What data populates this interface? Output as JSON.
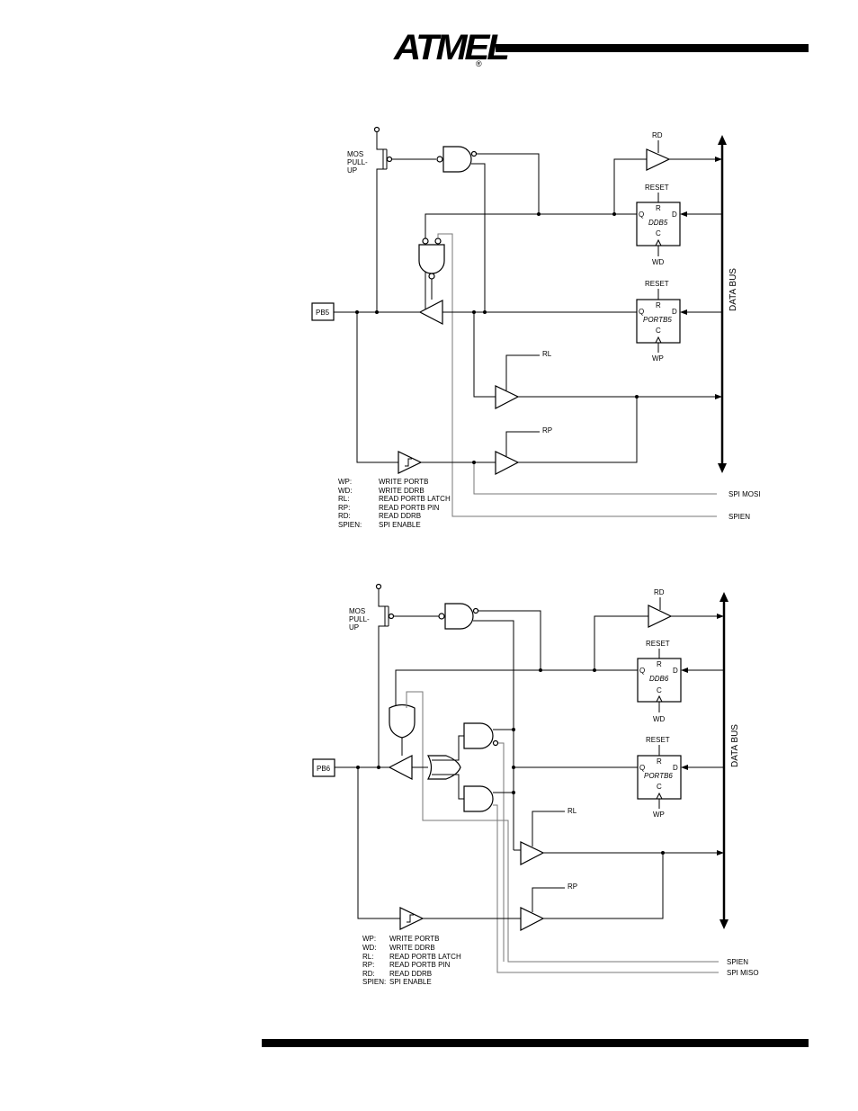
{
  "header": {
    "brand": "ATMEL",
    "registered": "®"
  },
  "fig1": {
    "pin": "PB5",
    "pullup": [
      "MOS",
      "PULL-",
      "UP"
    ],
    "ddr": {
      "name": "DDB5",
      "reset": "RESET",
      "r": "R",
      "q": "Q",
      "d": "D",
      "c": "C",
      "clk": "WD",
      "read": "RD"
    },
    "port": {
      "name": "PORTB5",
      "reset": "RESET",
      "r": "R",
      "q": "Q",
      "d": "D",
      "c": "C",
      "clk": "WP"
    },
    "rl": "RL",
    "rp": "RP",
    "bus": "DATA BUS",
    "sig1": "SPI MOSI",
    "sig2": "SPIEN",
    "legend": [
      {
        "k": "WP:",
        "v": "WRITE PORTB"
      },
      {
        "k": "WD:",
        "v": "WRITE DDRB"
      },
      {
        "k": "RL:",
        "v": "READ PORTB LATCH"
      },
      {
        "k": "RP:",
        "v": "READ PORTB PIN"
      },
      {
        "k": "RD:",
        "v": "READ DDRB"
      },
      {
        "k": "SPIEN:",
        "v": "SPI ENABLE"
      }
    ]
  },
  "fig2": {
    "pin": "PB6",
    "pullup": [
      "MOS",
      "PULL-",
      "UP"
    ],
    "ddr": {
      "name": "DDB6",
      "reset": "RESET",
      "r": "R",
      "q": "Q",
      "d": "D",
      "c": "C",
      "clk": "WD",
      "read": "RD"
    },
    "port": {
      "name": "PORTB6",
      "reset": "RESET",
      "r": "R",
      "q": "Q",
      "d": "D",
      "c": "C",
      "clk": "WP"
    },
    "rl": "RL",
    "rp": "RP",
    "bus": "DATA BUS",
    "sig1": "SPIEN",
    "sig2": "SPI MISO",
    "legend": [
      {
        "k": "WP:",
        "v": "WRITE PORTB"
      },
      {
        "k": "WD:",
        "v": "WRITE DDRB"
      },
      {
        "k": "RL:",
        "v": "READ PORTB LATCH"
      },
      {
        "k": "RP:",
        "v": "READ PORTB PIN"
      },
      {
        "k": "RD:",
        "v": "READ DDRB"
      },
      {
        "k": "SPIEN:",
        "v": "SPI ENABLE"
      }
    ]
  }
}
